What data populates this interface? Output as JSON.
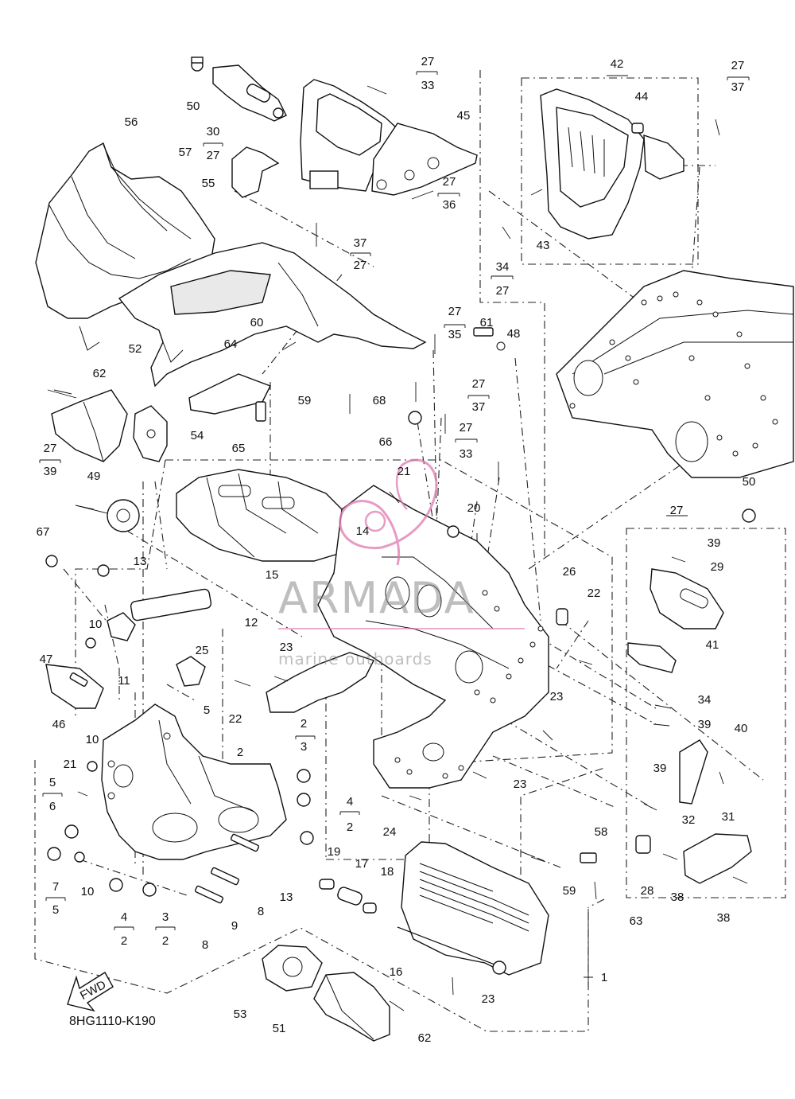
{
  "diagram": {
    "code": "8HG1110-K190",
    "fwd_label": "FWD",
    "watermark": {
      "brand": "ARMADA",
      "tagline": "marine outboards",
      "color": "#e07ab0"
    },
    "callouts": [
      {
        "id": "c56",
        "text": "56"
      },
      {
        "id": "c50a",
        "text": "50"
      },
      {
        "id": "c30",
        "text": "30"
      },
      {
        "id": "c27_30",
        "text": "27"
      },
      {
        "id": "c57",
        "text": "57"
      },
      {
        "id": "c55",
        "text": "55"
      },
      {
        "id": "c27a",
        "text": "27"
      },
      {
        "id": "c33a",
        "text": "33"
      },
      {
        "id": "c45",
        "text": "45"
      },
      {
        "id": "c27b",
        "text": "27"
      },
      {
        "id": "c36",
        "text": "36"
      },
      {
        "id": "c37a",
        "text": "37"
      },
      {
        "id": "c27c",
        "text": "27"
      },
      {
        "id": "c42",
        "text": "42"
      },
      {
        "id": "c27d",
        "text": "27"
      },
      {
        "id": "c37b",
        "text": "37"
      },
      {
        "id": "c44",
        "text": "44"
      },
      {
        "id": "c43",
        "text": "43"
      },
      {
        "id": "c34a",
        "text": "34"
      },
      {
        "id": "c27e",
        "text": "27"
      },
      {
        "id": "c60",
        "text": "60"
      },
      {
        "id": "c64",
        "text": "64"
      },
      {
        "id": "c59a",
        "text": "59"
      },
      {
        "id": "c27f",
        "text": "27"
      },
      {
        "id": "c35",
        "text": "35"
      },
      {
        "id": "c61",
        "text": "61"
      },
      {
        "id": "c48",
        "text": "48"
      },
      {
        "id": "c62a",
        "text": "62"
      },
      {
        "id": "c52",
        "text": "52"
      },
      {
        "id": "c54",
        "text": "54"
      },
      {
        "id": "c65",
        "text": "65"
      },
      {
        "id": "c68",
        "text": "68"
      },
      {
        "id": "c27g",
        "text": "27"
      },
      {
        "id": "c37c",
        "text": "37"
      },
      {
        "id": "c66",
        "text": "66"
      },
      {
        "id": "c27h",
        "text": "27"
      },
      {
        "id": "c33b",
        "text": "33"
      },
      {
        "id": "c27i",
        "text": "27"
      },
      {
        "id": "c39a",
        "text": "39"
      },
      {
        "id": "c49",
        "text": "49"
      },
      {
        "id": "c21a",
        "text": "21"
      },
      {
        "id": "c14",
        "text": "14"
      },
      {
        "id": "c20",
        "text": "20"
      },
      {
        "id": "c50b",
        "text": "50"
      },
      {
        "id": "c27j",
        "text": "27"
      },
      {
        "id": "c67",
        "text": "67"
      },
      {
        "id": "c13a",
        "text": "13"
      },
      {
        "id": "c39b",
        "text": "39"
      },
      {
        "id": "c29",
        "text": "29"
      },
      {
        "id": "c15",
        "text": "15"
      },
      {
        "id": "c26",
        "text": "26"
      },
      {
        "id": "c22a",
        "text": "22"
      },
      {
        "id": "c12",
        "text": "12"
      },
      {
        "id": "c10a",
        "text": "10"
      },
      {
        "id": "c47",
        "text": "47"
      },
      {
        "id": "c11",
        "text": "11"
      },
      {
        "id": "c41",
        "text": "41"
      },
      {
        "id": "c25",
        "text": "25"
      },
      {
        "id": "c23a",
        "text": "23"
      },
      {
        "id": "c22b",
        "text": "22"
      },
      {
        "id": "c46",
        "text": "46"
      },
      {
        "id": "c5a",
        "text": "5"
      },
      {
        "id": "c34b",
        "text": "34"
      },
      {
        "id": "c23b",
        "text": "23"
      },
      {
        "id": "c39c",
        "text": "39"
      },
      {
        "id": "c40",
        "text": "40"
      },
      {
        "id": "c10b",
        "text": "10"
      },
      {
        "id": "c2a",
        "text": "2"
      },
      {
        "id": "c2b",
        "text": "2"
      },
      {
        "id": "c3a",
        "text": "3"
      },
      {
        "id": "c21b",
        "text": "21"
      },
      {
        "id": "c5b",
        "text": "5"
      },
      {
        "id": "c6",
        "text": "6"
      },
      {
        "id": "c39d",
        "text": "39"
      },
      {
        "id": "c31",
        "text": "31"
      },
      {
        "id": "c23c",
        "text": "23"
      },
      {
        "id": "c4a",
        "text": "4"
      },
      {
        "id": "c2c",
        "text": "2"
      },
      {
        "id": "c24",
        "text": "24"
      },
      {
        "id": "c32",
        "text": "32"
      },
      {
        "id": "c58",
        "text": "58"
      },
      {
        "id": "c19",
        "text": "19"
      },
      {
        "id": "c17",
        "text": "17"
      },
      {
        "id": "c18",
        "text": "18"
      },
      {
        "id": "c10c",
        "text": "10"
      },
      {
        "id": "c8a",
        "text": "8"
      },
      {
        "id": "c13b",
        "text": "13"
      },
      {
        "id": "c28",
        "text": "28"
      },
      {
        "id": "c38a",
        "text": "38"
      },
      {
        "id": "c59b",
        "text": "59"
      },
      {
        "id": "c7",
        "text": "7"
      },
      {
        "id": "c5c",
        "text": "5"
      },
      {
        "id": "c9",
        "text": "9"
      },
      {
        "id": "c63",
        "text": "63"
      },
      {
        "id": "c38b",
        "text": "38"
      },
      {
        "id": "c4b",
        "text": "4"
      },
      {
        "id": "c2d",
        "text": "2"
      },
      {
        "id": "c3b",
        "text": "3"
      },
      {
        "id": "c2e",
        "text": "2"
      },
      {
        "id": "c8b",
        "text": "8"
      },
      {
        "id": "c16",
        "text": "16"
      },
      {
        "id": "c1",
        "text": "1"
      },
      {
        "id": "c23d",
        "text": "23"
      },
      {
        "id": "c53",
        "text": "53"
      },
      {
        "id": "c51",
        "text": "51"
      },
      {
        "id": "c62b",
        "text": "62"
      }
    ]
  }
}
